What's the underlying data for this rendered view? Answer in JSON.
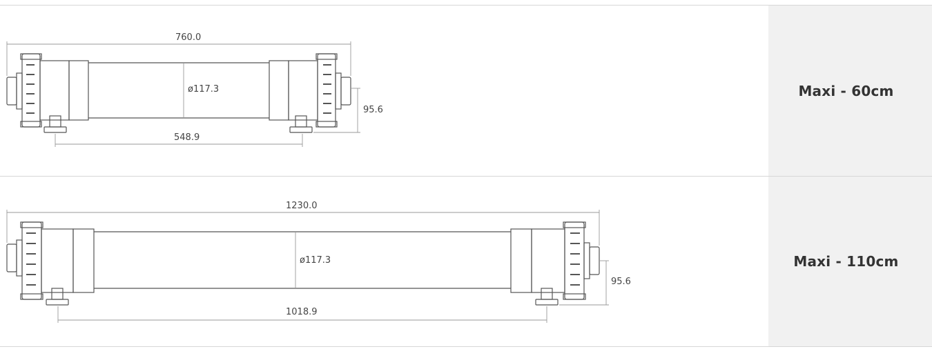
{
  "rows": [
    {
      "model_label": "Maxi - 60cm",
      "dimensions": {
        "overall_length": "760.0",
        "diameter": "ø117.3",
        "port_spacing": "548.9",
        "port_height": "95.6"
      }
    },
    {
      "model_label": "Maxi - 110cm",
      "dimensions": {
        "overall_length": "1230.0",
        "diameter": "ø117.3",
        "port_spacing": "1018.9",
        "port_height": "95.6"
      }
    }
  ],
  "colors": {
    "line": "#555555",
    "dimension_line": "#999999",
    "label_panel": "#f1f1f1",
    "divider": "#d6d6d6"
  }
}
